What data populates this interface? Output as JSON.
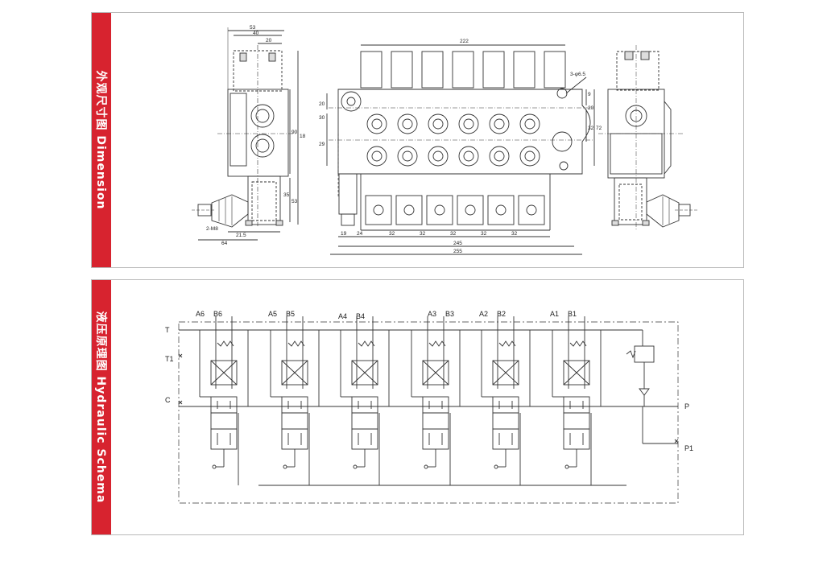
{
  "sections": {
    "dimension": {
      "title": "外观尺寸图  Dimension"
    },
    "hydraulic": {
      "title": "液压原理图  Hydraulic Schema"
    }
  },
  "dimensions": {
    "side_left": {
      "d53": "53",
      "d40": "40",
      "d20": "20",
      "d90": "90",
      "d18x": "18",
      "d35": "35",
      "d53b": "53",
      "d2m8": "2-M8",
      "d21_5": "21.5",
      "d64": "64"
    },
    "front": {
      "d222": "222",
      "d3phi": "3-φ6.5",
      "d9": "9",
      "d20r": "20",
      "d32r": "32",
      "d72": "72",
      "d20l": "20",
      "d30l": "30",
      "d29": "29",
      "d19": "19",
      "d24": "24",
      "d32": "32",
      "d245": "245",
      "d255": "255"
    },
    "side_right": {}
  },
  "hydraulic": {
    "port_labels": {
      "T": "T",
      "T1": "T1",
      "C": "C",
      "P": "P",
      "P1": "P1",
      "A6": "A6",
      "B6": "B6",
      "A5": "A5",
      "B5": "B5",
      "A4": "A4",
      "B4": "B4",
      "A3": "A3",
      "B3": "B3",
      "A2": "A2",
      "B2": "B2",
      "A1": "A1",
      "B1": "B1"
    },
    "sections": [
      "section-6",
      "section-5",
      "section-4",
      "section-3",
      "section-2",
      "section-1"
    ]
  },
  "colors": {
    "accent": "#d7232f",
    "line": "#333333",
    "border": "#b9b9b9"
  }
}
